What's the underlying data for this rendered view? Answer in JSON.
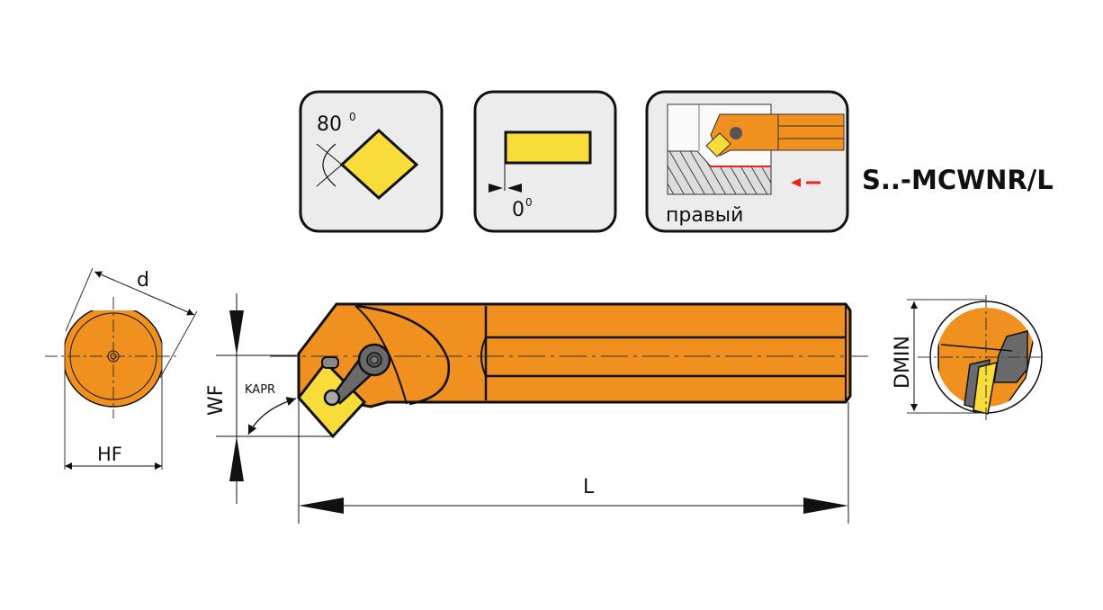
{
  "title": "S..-MCWNR/L",
  "icons": {
    "insert_shape": {
      "angle_label": "80",
      "degree_mark": "0"
    },
    "clearance": {
      "angle_label": "0",
      "degree_mark": "0"
    },
    "hand": {
      "label": "правый"
    }
  },
  "dimensions": {
    "d": "d",
    "hf": "HF",
    "wf": "WF",
    "kapr": "KAPR",
    "l": "L",
    "dmin": "DMIN"
  },
  "colors": {
    "body": "#F0901E",
    "insert": "#F8DC3A",
    "panel": "#ECECEC",
    "clamp": "#6A6A6A",
    "feed_arrow": "#E8241C"
  }
}
